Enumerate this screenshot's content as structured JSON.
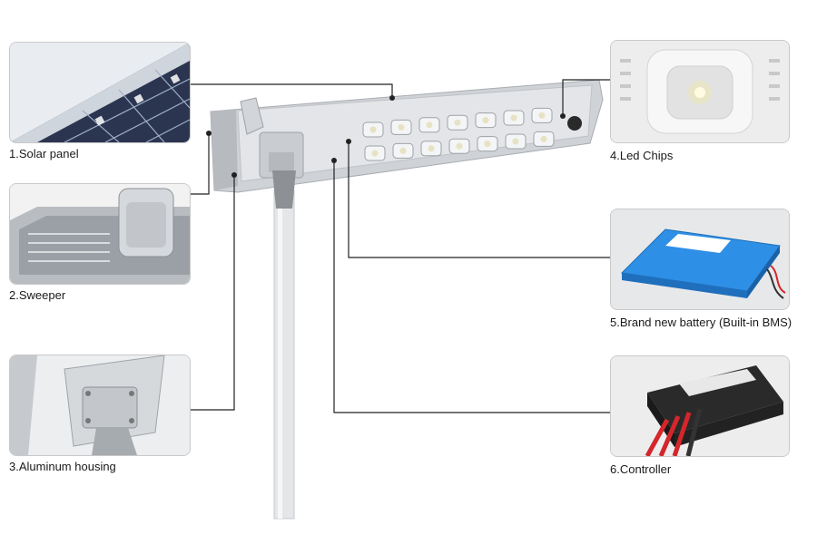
{
  "parts": [
    {
      "id": "solar-panel",
      "label": "1.Solar panel"
    },
    {
      "id": "sweeper",
      "label": "2.Sweeper"
    },
    {
      "id": "aluminum-housing",
      "label": "3.Aluminum housing"
    },
    {
      "id": "led-chips",
      "label": "4.Led Chips"
    },
    {
      "id": "battery",
      "label": "5.Brand new battery (Built-in BMS)"
    },
    {
      "id": "controller",
      "label": "6.Controller"
    }
  ],
  "colors": {
    "solar_cell": "#2b3550",
    "housing": "#d8dadd",
    "battery": "#2e8fe6",
    "controller": "#2a2a2a",
    "wire_red": "#d4262b",
    "leader": "#222222"
  }
}
